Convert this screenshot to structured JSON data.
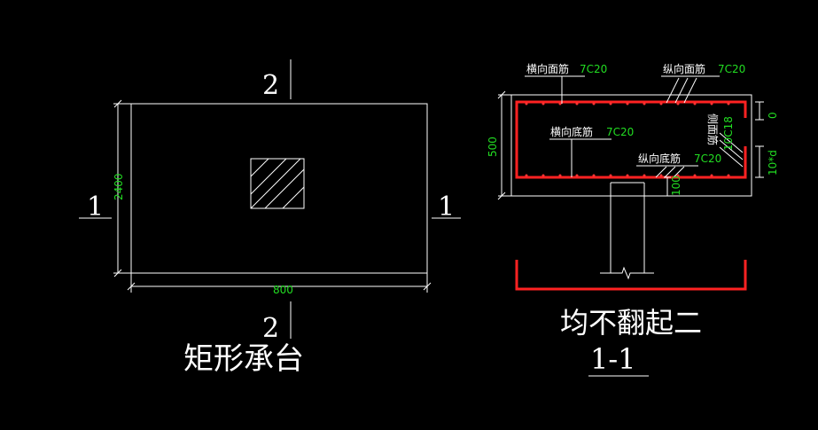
{
  "plan": {
    "title": "矩形承台",
    "width_dim": "800",
    "height_dim": "2400",
    "section_left": "1",
    "section_right": "1",
    "section_top": "2",
    "section_bottom": "2"
  },
  "section": {
    "title": "均不翻起二",
    "label": "1-1",
    "height_dim": "500",
    "cover_top": "0",
    "cover_side": "10*d",
    "bottom_dim": "100",
    "top_transverse_name": "横向面筋",
    "top_transverse_spec": "7C20",
    "top_long_name": "纵向面筋",
    "top_long_spec": "7C20",
    "bot_transverse_name": "横向底筋",
    "bot_transverse_spec": "7C20",
    "bot_long_name": "纵向底筋",
    "bot_long_spec": "7C20",
    "side_name": "侧面筋",
    "side_spec": "10C18"
  },
  "colors": {
    "line": "#ffffff",
    "dimension_text": "#22dd22",
    "rebar": "#ff2222"
  }
}
